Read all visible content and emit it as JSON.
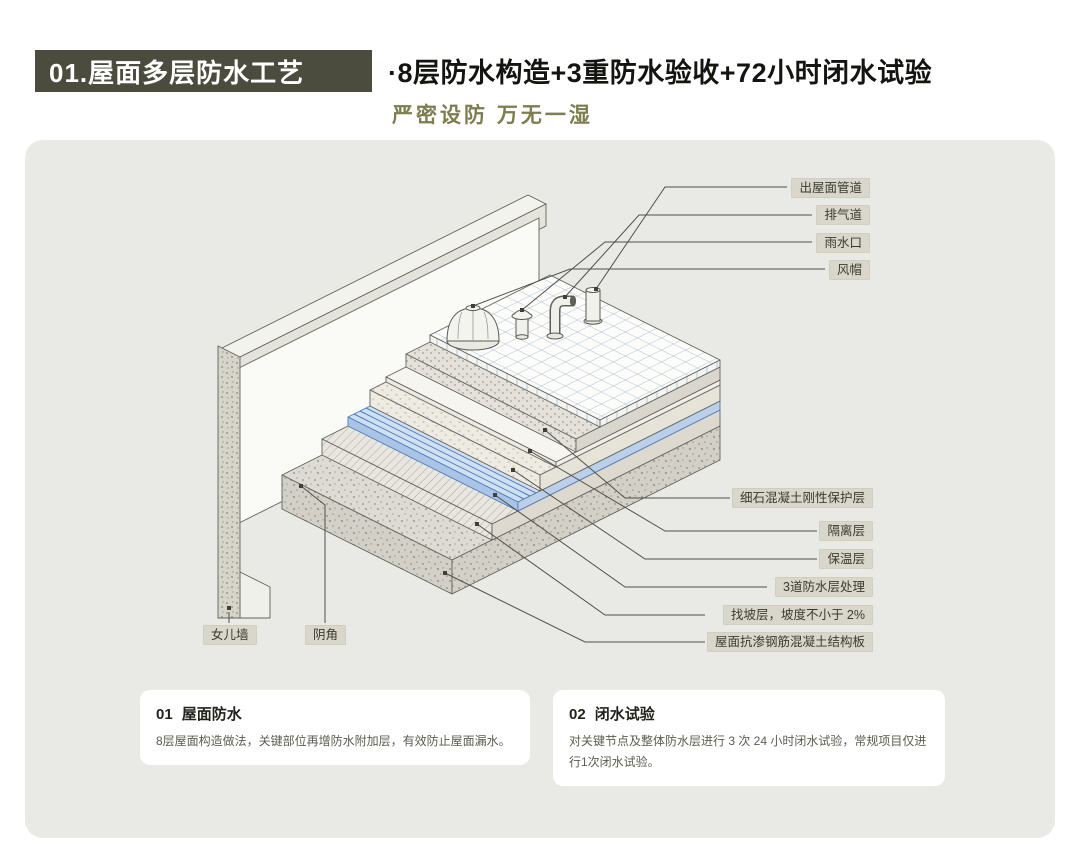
{
  "header": {
    "badge": "01.屋面多层防水工艺",
    "title": "·8层防水构造+3重防水验收+72小时闭水试验",
    "subtitle": "严密设防  万无一湿"
  },
  "diagram": {
    "labels_top": [
      "出屋面管道",
      "排气道",
      "雨水口",
      "风帽"
    ],
    "labels_layers": [
      "细石混凝土刚性保护层",
      "隔离层",
      "保温层",
      "3道防水层处理",
      "找坡层，坡度不小于 2%",
      "屋面抗渗钢筋混凝土结构板"
    ],
    "labels_bottom": [
      "女儿墙",
      "阴角"
    ]
  },
  "cards": [
    {
      "number": "01",
      "title": "屋面防水",
      "body": "8层屋面构造做法，关键部位再增防水附加层，有效防止屋面漏水。"
    },
    {
      "number": "02",
      "title": "闭水试验",
      "body": "对关键节点及整体防水层进行 3 次 24 小时闭水试验，常规项目仅进行1次闭水试验。"
    }
  ],
  "colors": {
    "badge_bg": "#4c4c3e",
    "subtitle_text": "#7d7d50",
    "panel_bg": "#e9e9e6",
    "chip_bg": "#d9d7cb",
    "waterproof_blue": "#4f7cba",
    "line_color": "#50504a"
  }
}
